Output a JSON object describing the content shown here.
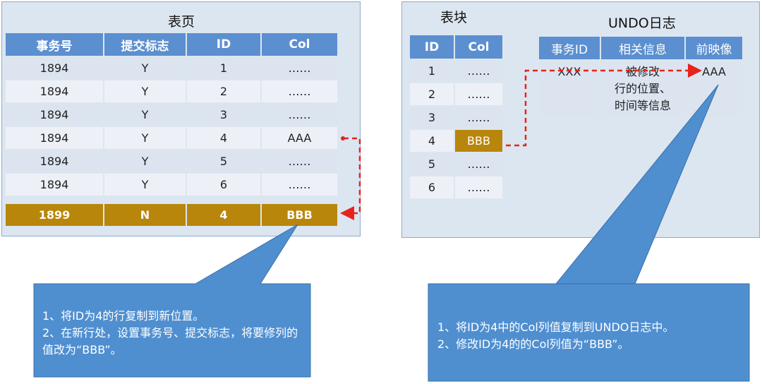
{
  "left": {
    "title": "表页",
    "headers": [
      "事务号",
      "提交标志",
      "ID",
      "Col"
    ],
    "rows": [
      [
        "1894",
        "Y",
        "1",
        "……"
      ],
      [
        "1894",
        "Y",
        "2",
        "……"
      ],
      [
        "1894",
        "Y",
        "3",
        "……"
      ],
      [
        "1894",
        "Y",
        "4",
        "AAA"
      ],
      [
        "1894",
        "Y",
        "5",
        "……"
      ],
      [
        "1894",
        "Y",
        "6",
        "……"
      ]
    ],
    "new_row": [
      "1899",
      "N",
      "4",
      "BBB"
    ]
  },
  "right": {
    "title": "表块",
    "headers": [
      "ID",
      "Col"
    ],
    "rows": [
      [
        "1",
        "……"
      ],
      [
        "2",
        "……"
      ],
      [
        "3",
        "……"
      ],
      [
        "4",
        "BBB"
      ],
      [
        "5",
        "……"
      ],
      [
        "6",
        "……"
      ]
    ],
    "undo": {
      "title": "UNDO日志",
      "headers": [
        "事务ID",
        "相关信息",
        "前映像"
      ],
      "row": [
        "XXX",
        "被修改行的位置、时间等信息",
        "AAA"
      ],
      "info_lines": [
        "被修改",
        "行的位置、",
        "时间等信息"
      ]
    }
  },
  "callouts": {
    "left": "1、将ID为4的行复制到新位置。\n2、在新行处，设置事务号、提交标志，将要修列的值改为“BBB”。",
    "right": "1、将ID为4中的Col列值复制到UNDO日志中。\n2、修改ID为4的的Col列值为“BBB”。"
  },
  "colors": {
    "header": "#5b8fd0",
    "highlight": "#b8860b",
    "callout": "#4f8fd0",
    "arrow": "#e8221c",
    "panel": "#dce6f0"
  }
}
